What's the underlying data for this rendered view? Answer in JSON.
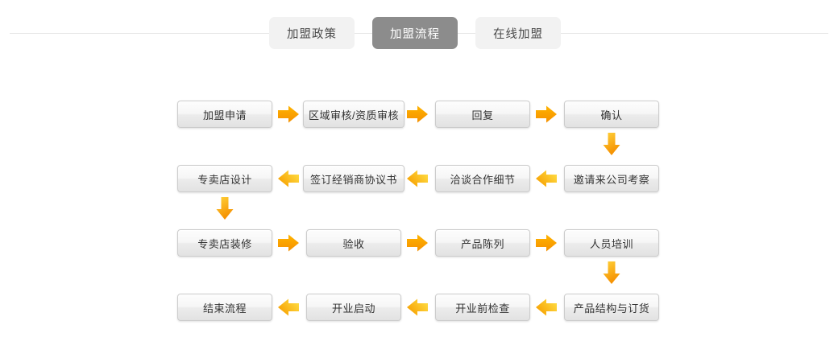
{
  "tabs": [
    {
      "label": "加盟政策",
      "active": false,
      "name": "tab-join-policy"
    },
    {
      "label": "加盟流程",
      "active": true,
      "name": "tab-join-process"
    },
    {
      "label": "在线加盟",
      "active": false,
      "name": "tab-join-online"
    }
  ],
  "colors": {
    "tab_active_bg": "#8c8c8c",
    "tab_active_text": "#ffffff",
    "tab_inactive_bg": "#f2f2f2",
    "tab_inactive_text": "#4a4a4a",
    "arrow_right_start": "#ffb400",
    "arrow_right_end": "#f59000",
    "arrow_left_start": "#ffe24a",
    "arrow_left_end": "#f7a000",
    "arrow_down_start": "#ffd23a",
    "arrow_down_end": "#f59000",
    "node_border": "#cccccc",
    "node_text": "#333333",
    "divider": "#e6e6e6"
  },
  "flow": {
    "rows": [
      {
        "direction": "right",
        "nodes": [
          {
            "label": "加盟申请",
            "name": "flow-node-join-application"
          },
          {
            "label": "区域审核/资质审核",
            "name": "flow-node-region-qualification-review",
            "wide": true
          },
          {
            "label": "回复",
            "name": "flow-node-reply"
          },
          {
            "label": "确认",
            "name": "flow-node-confirm"
          }
        ]
      },
      {
        "direction": "left",
        "nodes": [
          {
            "label": "专卖店设计",
            "name": "flow-node-store-design"
          },
          {
            "label": "签订经销商协议书",
            "name": "flow-node-sign-dealer-agreement",
            "wide": true
          },
          {
            "label": "洽谈合作细节",
            "name": "flow-node-negotiate-details"
          },
          {
            "label": "邀请来公司考察",
            "name": "flow-node-invite-company-visit"
          }
        ]
      },
      {
        "direction": "right",
        "nodes": [
          {
            "label": "专卖店装修",
            "name": "flow-node-store-decoration"
          },
          {
            "label": "验收",
            "name": "flow-node-acceptance"
          },
          {
            "label": "产品陈列",
            "name": "flow-node-product-display"
          },
          {
            "label": "人员培训",
            "name": "flow-node-staff-training"
          }
        ]
      },
      {
        "direction": "left",
        "nodes": [
          {
            "label": "结束流程",
            "name": "flow-node-end-process"
          },
          {
            "label": "开业启动",
            "name": "flow-node-opening-launch"
          },
          {
            "label": "开业前检查",
            "name": "flow-node-pre-opening-check"
          },
          {
            "label": "产品结构与订货",
            "name": "flow-node-product-mix-and-ordering"
          }
        ]
      }
    ],
    "vertical_connectors": [
      {
        "name": "arrow-down-confirm-to-invite",
        "from": "确认",
        "to": "邀请来公司考察"
      },
      {
        "name": "arrow-down-store-design-to-decoration",
        "from": "专卖店设计",
        "to": "专卖店装修"
      },
      {
        "name": "arrow-down-training-to-product-mix",
        "from": "人员培训",
        "to": "产品结构与订货"
      }
    ]
  }
}
